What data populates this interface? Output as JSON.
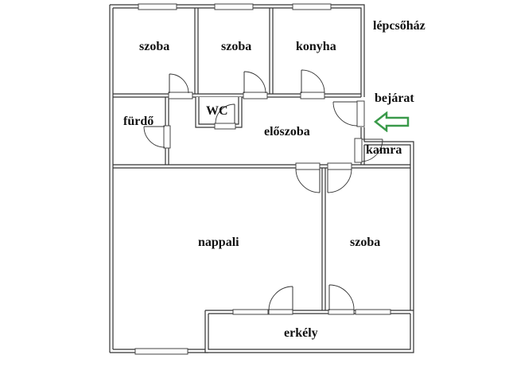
{
  "floorplan": {
    "rooms": {
      "room1": "szoba",
      "room2": "szoba",
      "kitchen": "konyha",
      "stairwell": "lépcsőház",
      "entrance": "bejárat",
      "toilet": "WC",
      "bathroom": "fürdő",
      "hallway": "előszoba",
      "pantry": "kamra",
      "living_room": "nappali",
      "room3": "szoba",
      "balcony": "erkély"
    },
    "colors": {
      "wall": "#333333",
      "arrow": "#3a9a4a",
      "text": "#111111"
    },
    "icons": {
      "entrance_arrow": "arrow-left-icon"
    }
  }
}
